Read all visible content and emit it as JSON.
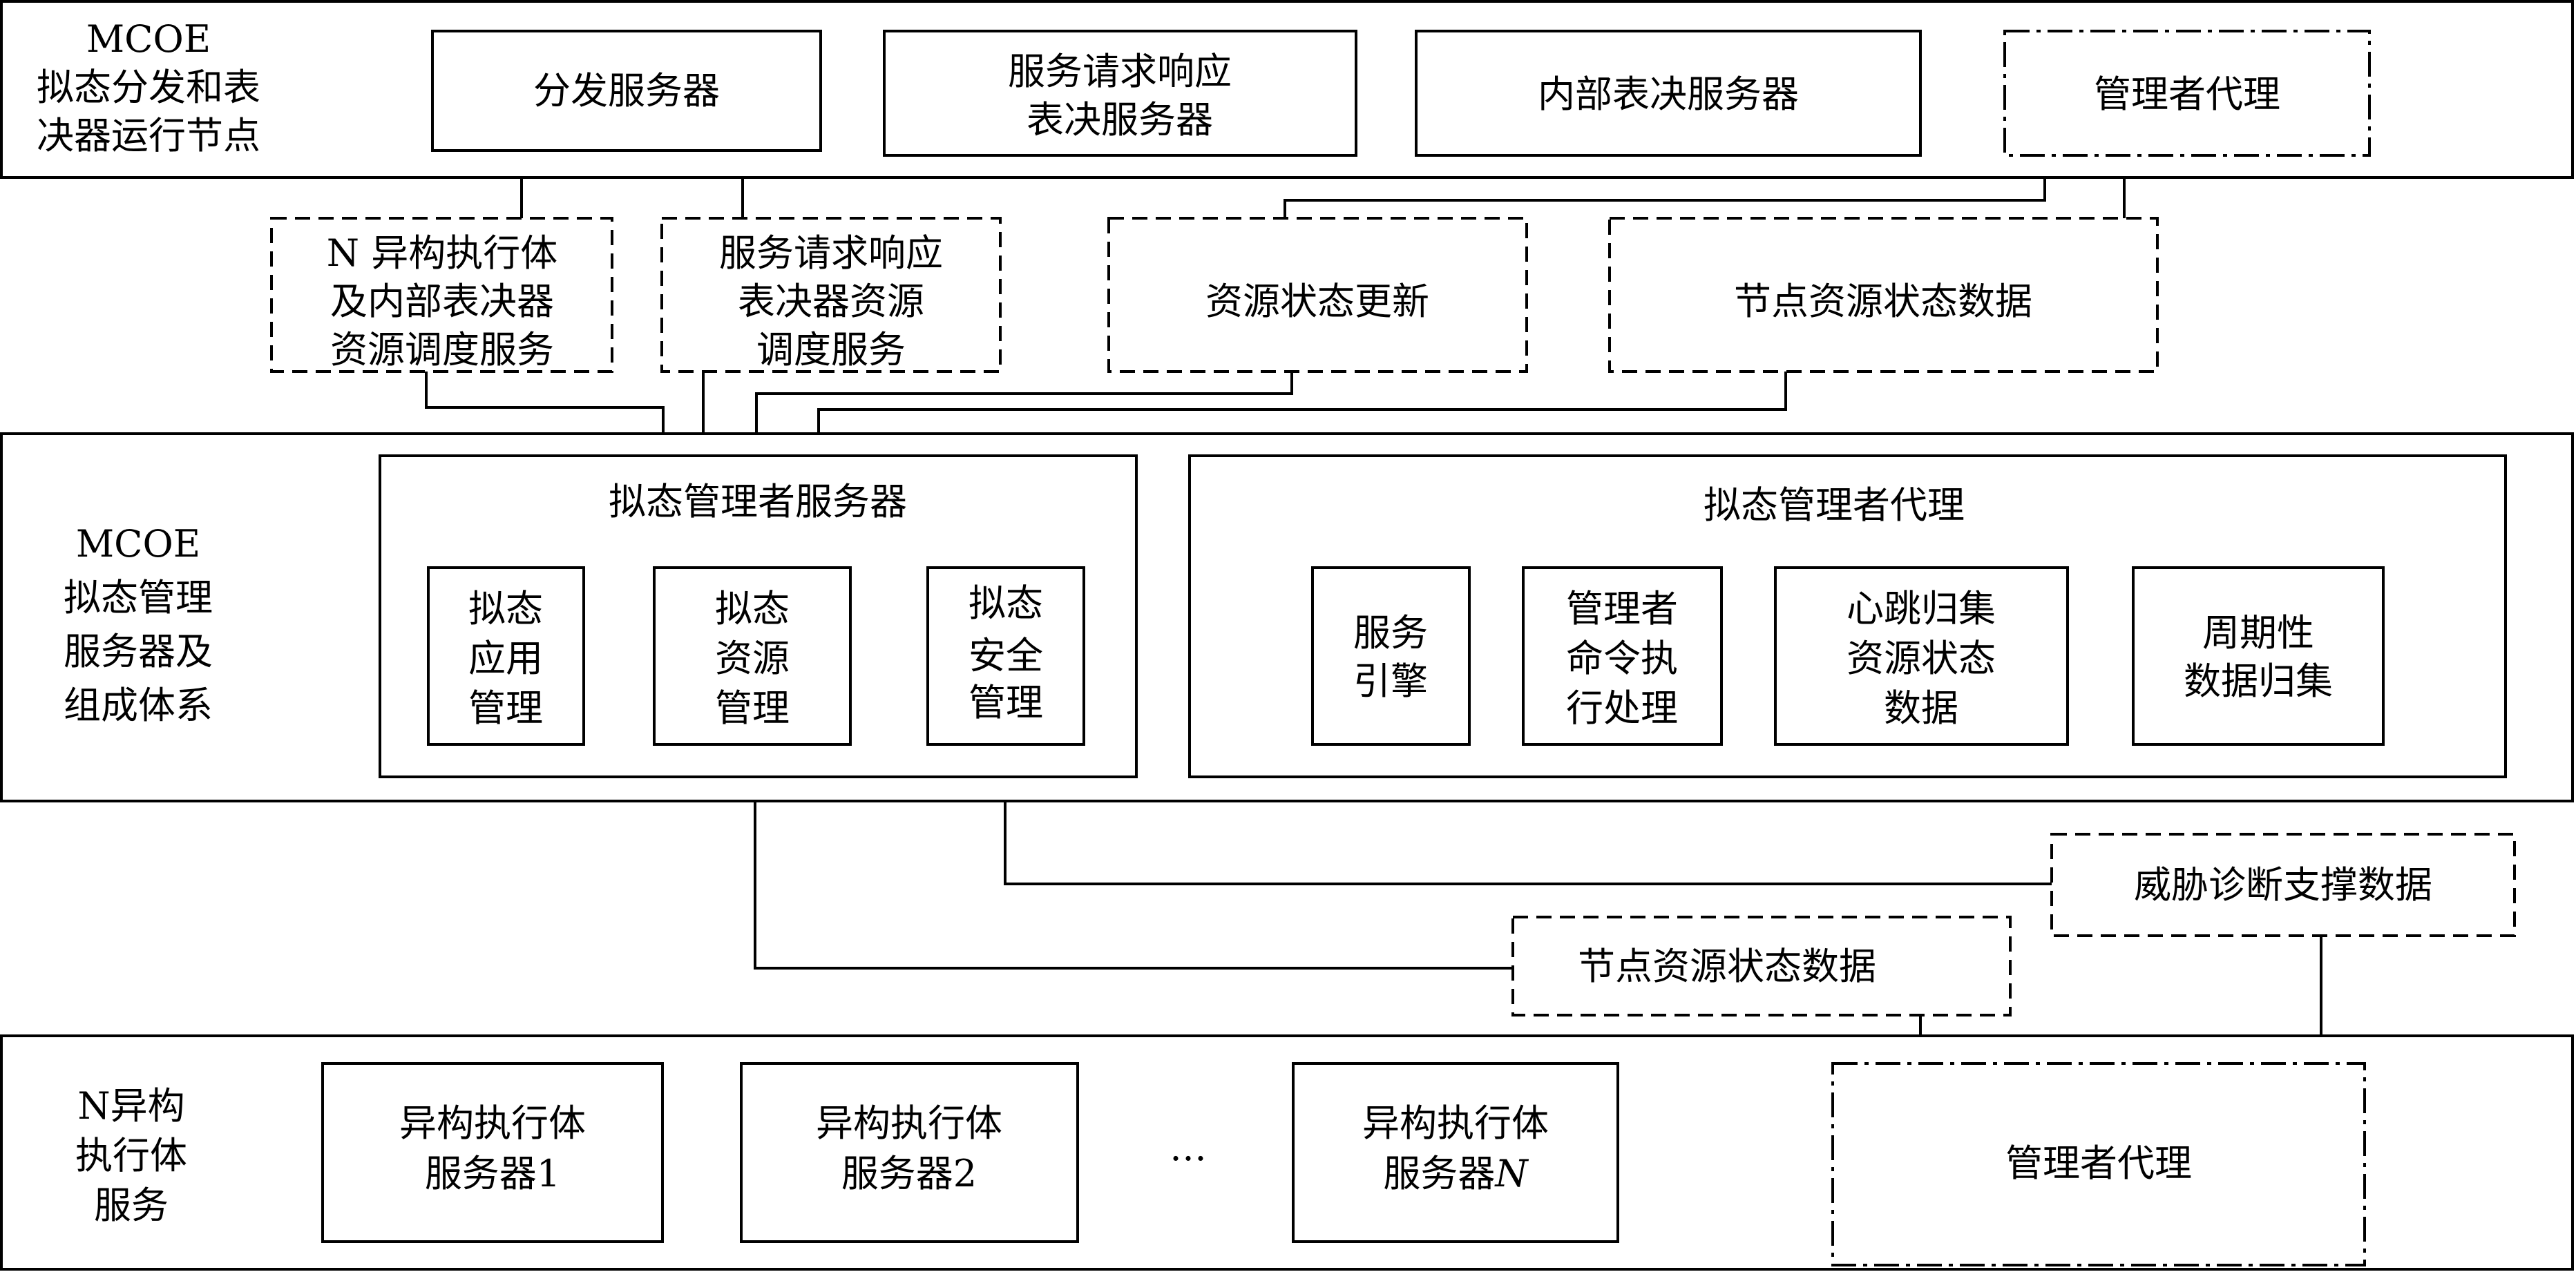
{
  "layers": {
    "top": {
      "label": [
        "MCOE",
        "拟态分发和表",
        "决器运行节点"
      ]
    },
    "middle": {
      "label": [
        "MCOE",
        "拟态管理",
        "服务器及",
        "组成体系"
      ]
    },
    "bottom": {
      "label": [
        "N异构",
        "执行体",
        "服务"
      ]
    }
  },
  "top_boxes": {
    "dispatch": [
      "分发服务器"
    ],
    "request_voter": [
      "服务请求响应",
      "表决服务器"
    ],
    "internal_voter": [
      "内部表决服务器"
    ],
    "manager_agent": [
      "管理者代理"
    ]
  },
  "flows_upper": {
    "n_hetero_sched": [
      "N 异构执行体",
      "及内部表决器",
      "资源调度服务"
    ],
    "req_voter_sched": [
      "服务请求响应",
      "表决器资源",
      "调度服务"
    ],
    "resource_update": [
      "资源状态更新"
    ],
    "node_resource_data": [
      "节点资源状态数据"
    ]
  },
  "mimic_server": {
    "title": "拟态管理者服务器",
    "app_mgmt": [
      "拟态",
      "应用",
      "管理"
    ],
    "resource_mgmt": [
      "拟态",
      "资源",
      "管理"
    ],
    "security_mgmt": [
      "拟态",
      "安全",
      "管理"
    ]
  },
  "mimic_agent": {
    "title": "拟态管理者代理",
    "service_engine": [
      "服务",
      "引擎"
    ],
    "cmd_exec": [
      "管理者",
      "命令执",
      "行处理"
    ],
    "heartbeat": [
      "心跳归集",
      "资源状态",
      "数据"
    ],
    "periodic": [
      "周期性",
      "数据归集"
    ]
  },
  "flows_lower": {
    "threat_data": [
      "威胁诊断支撑数据"
    ],
    "node_resource_data": [
      "节点资源状态数据"
    ]
  },
  "executors": {
    "exec1": [
      "异构执行体",
      "服务器1"
    ],
    "exec2": [
      "异构执行体",
      "服务器2"
    ],
    "ellipsis": "…",
    "execN": {
      "line1": "异构执行体",
      "line2_prefix": "服务器",
      "line2_italic": "N"
    },
    "manager_agent": [
      "管理者代理"
    ]
  }
}
